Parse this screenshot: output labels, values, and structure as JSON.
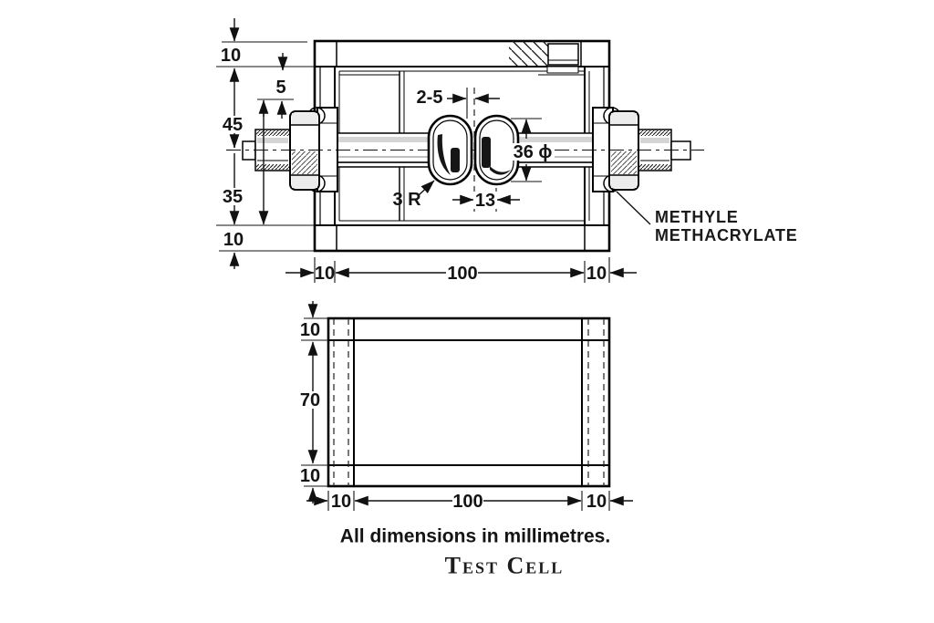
{
  "footer": {
    "note": "All dimensions in millimetres.",
    "title": "Test Cell"
  },
  "section": {
    "material": {
      "line1": "METHYLE",
      "line2": "METHACRYLATE"
    },
    "dims": {
      "top_plate": "10",
      "flange_offset": "5",
      "upper_half": "45",
      "lower_half": "35",
      "bottom_plate": "10",
      "left_wall": "10",
      "inner_width": "100",
      "right_wall": "10",
      "electrode_gap": "2-5",
      "electrode_dia": "36 ϕ",
      "electrode_thickness": "13",
      "tip_radius": "3 R"
    }
  },
  "plan": {
    "dims": {
      "top_strip": "10",
      "inner_height": "70",
      "bottom_strip": "10",
      "left_strip": "10",
      "inner_width": "100",
      "right_strip": "10"
    }
  }
}
